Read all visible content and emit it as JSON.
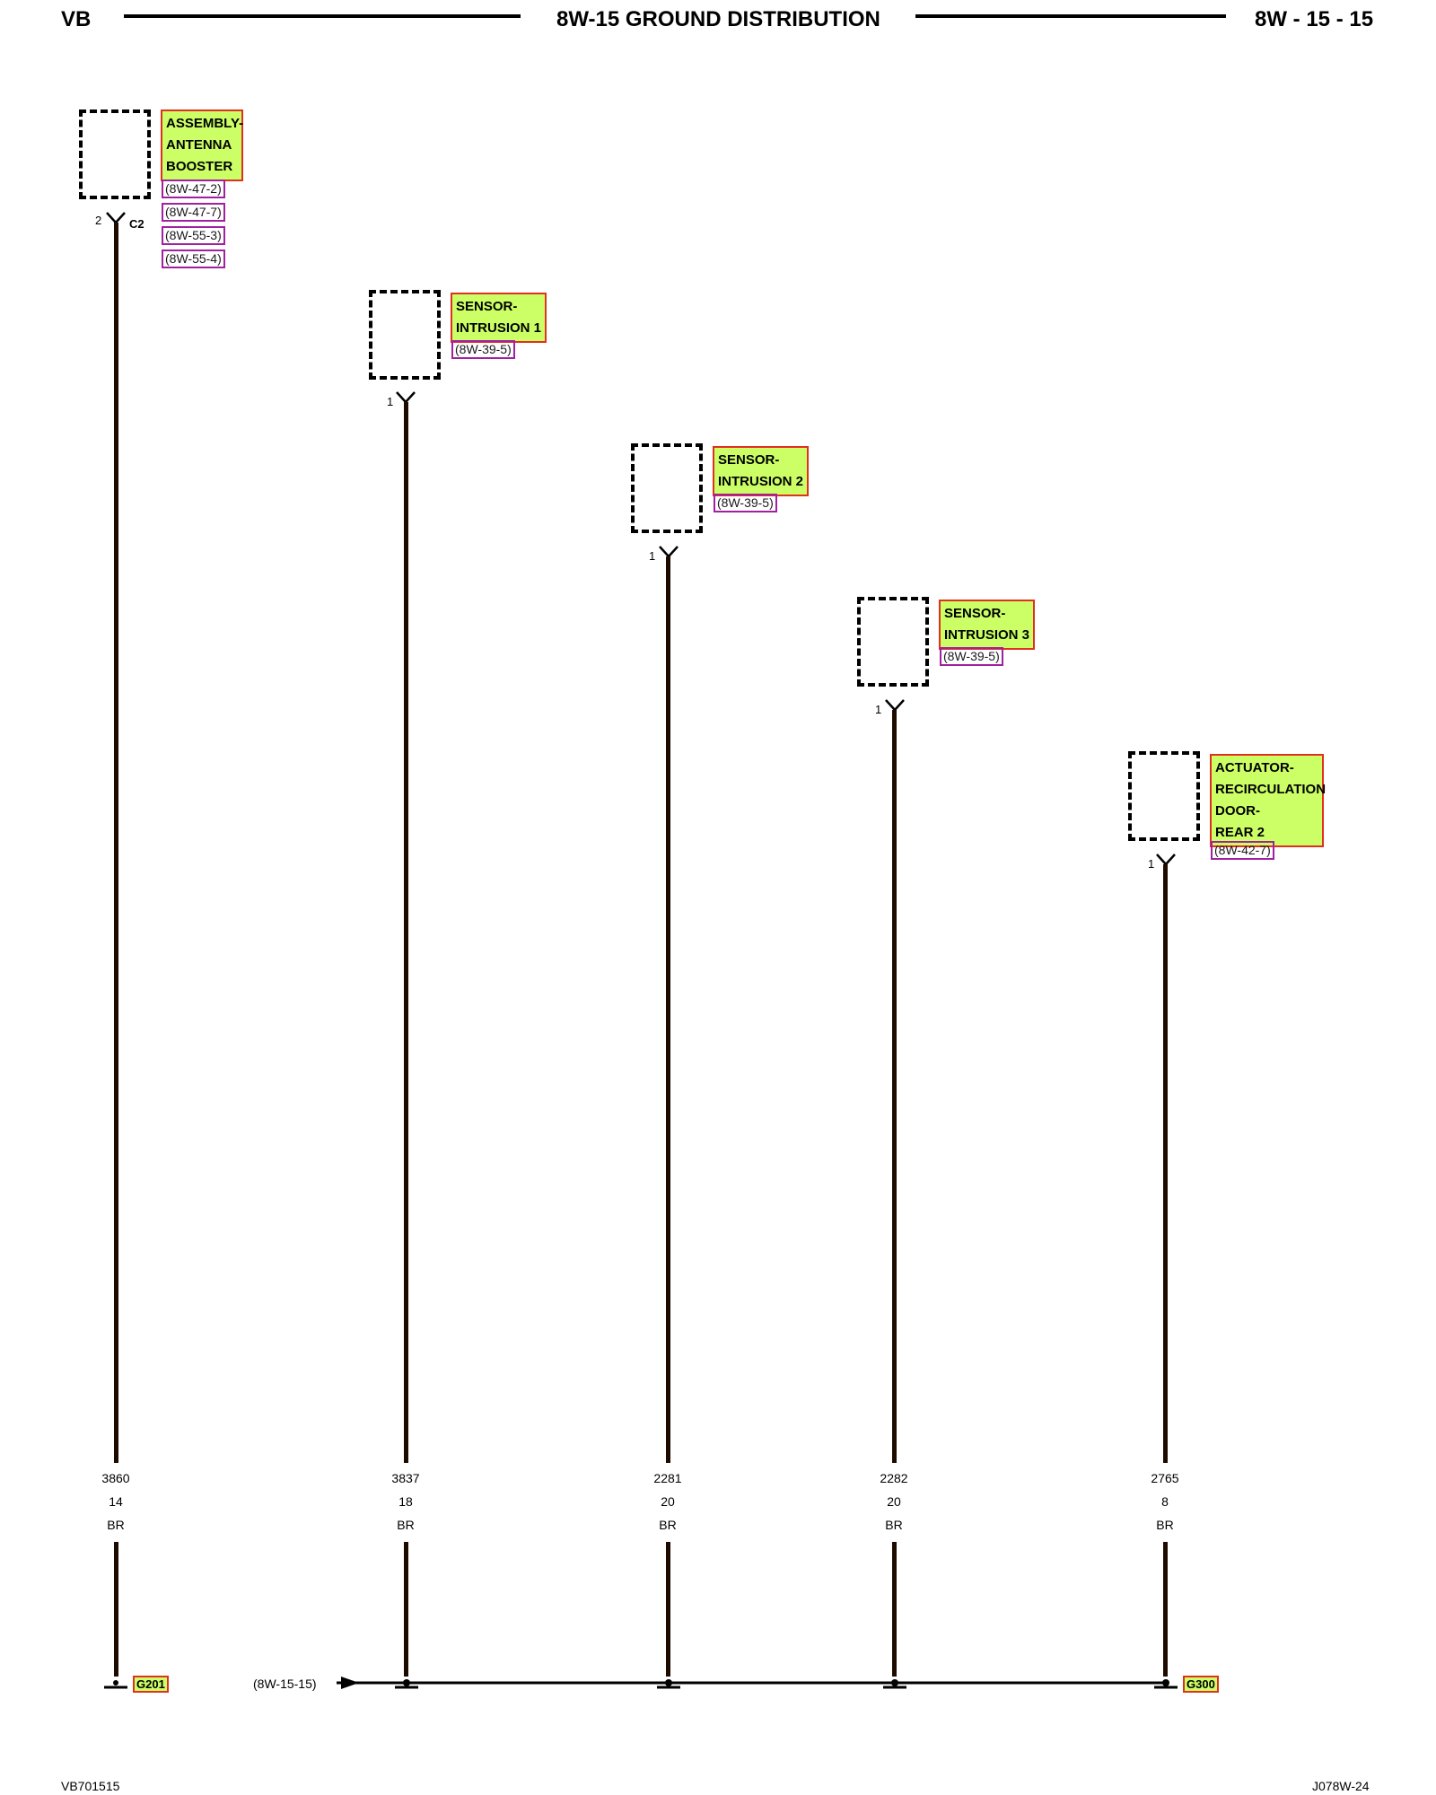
{
  "header": {
    "left": "VB",
    "title": "8W-15 GROUND DISTRIBUTION",
    "right": "8W - 15 - 15"
  },
  "components": [
    {
      "label": "ASSEMBLY-\nANTENNA\nBOOSTER",
      "refs": [
        "(8W-47-2)",
        "(8W-47-7)",
        "(8W-55-3)",
        "(8W-55-4)"
      ],
      "pin": "2",
      "connector": "C2",
      "circuit": "3860",
      "gauge": "14",
      "color": "BR"
    },
    {
      "label": "SENSOR-\nINTRUSION 1",
      "refs": [
        "(8W-39-5)"
      ],
      "pin": "1",
      "circuit": "3837",
      "gauge": "18",
      "color": "BR"
    },
    {
      "label": "SENSOR-\nINTRUSION 2",
      "refs": [
        "(8W-39-5)"
      ],
      "pin": "1",
      "circuit": "2281",
      "gauge": "20",
      "color": "BR"
    },
    {
      "label": "SENSOR-\nINTRUSION 3",
      "refs": [
        "(8W-39-5)"
      ],
      "pin": "1",
      "circuit": "2282",
      "gauge": "20",
      "color": "BR"
    },
    {
      "label": "ACTUATOR-\nRECIRCULATION\nDOOR-\nREAR 2",
      "refs": [
        "(8W-42-7)"
      ],
      "pin": "1",
      "circuit": "2765",
      "gauge": "8",
      "color": "BR"
    }
  ],
  "grounds": {
    "left": "G201",
    "right": "G300"
  },
  "bus_ref": "(8W-15-15)",
  "footer": {
    "left": "VB701515",
    "right": "J078W-24"
  },
  "colors": {
    "wire": "#1e0b00",
    "label_fill": "#ccff66",
    "label_border": "#e0301e",
    "ref_border": "#a020a0"
  }
}
